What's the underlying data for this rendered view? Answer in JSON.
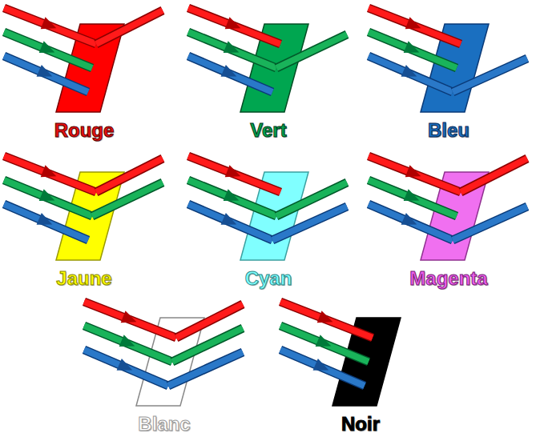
{
  "diagram": {
    "labels": [
      "Rouge",
      "Vert",
      "Bleu",
      "Jaune",
      "Cyan",
      "Magenta",
      "Blanc",
      "Noir"
    ]
  }
}
